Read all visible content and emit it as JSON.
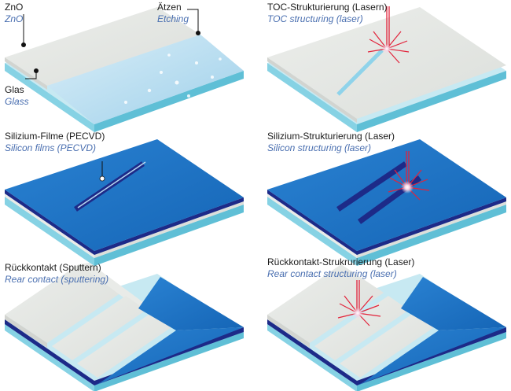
{
  "panels": [
    {
      "id": "zno",
      "de": "ZnO",
      "en": "ZnO"
    },
    {
      "id": "etching",
      "de": "Ätzen",
      "en": "Etching"
    },
    {
      "id": "glass",
      "de": "Glas",
      "en": "Glass"
    },
    {
      "id": "toc",
      "de": "TOC-Strukturierung (Lasern)",
      "en": "TOC structuring (laser)"
    },
    {
      "id": "silicon-films",
      "de": "Silizium-Filme (PECVD)",
      "en": "Silicon films (PECVD)"
    },
    {
      "id": "silicon-structuring",
      "de": "Silizium-Strukturierung (Laser)",
      "en": "Silicon structuring (laser)"
    },
    {
      "id": "rear-contact",
      "de": "Rückkontakt (Sputtern)",
      "en": "Rear contact (sputtering)"
    },
    {
      "id": "rear-contact-structuring",
      "de": "Rückkontakt-Strukrurierung (Laser)",
      "en": "Rear contact structuring (laser)"
    }
  ],
  "colors": {
    "glass_top": "#c7e9f2",
    "glass_edge": "#5fbfd6",
    "zno": "#e9ebe8",
    "zno_edge": "#d2d4d0",
    "silicon": "#1e72c4",
    "silicon_edge": "#15509a",
    "dark_line": "#1d2a88",
    "laser": "#e2233b"
  }
}
